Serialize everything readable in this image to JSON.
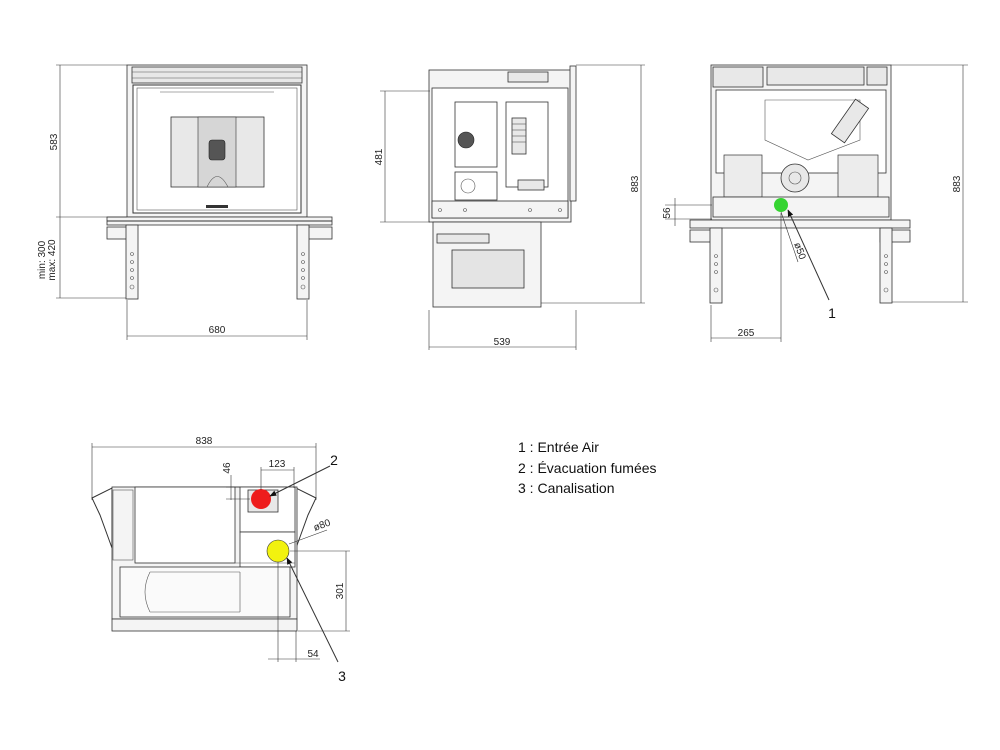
{
  "views": {
    "front": {
      "width_label": "680",
      "height_label": "583",
      "leg_min_label": "min: 300",
      "leg_max_label": "max: 420"
    },
    "side": {
      "width_label": "539",
      "height_label": "481",
      "total_height_label": "883"
    },
    "rear": {
      "offset_label": "265",
      "total_height_label": "883",
      "inlet_height_label": "56",
      "inlet_diameter_label": "ø50",
      "callout": "1"
    },
    "top": {
      "width_label": "838",
      "flue_offset_label": "123",
      "flue_depth_label": "46",
      "duct_diameter_label": "ø80",
      "duct_depth_label": "301",
      "duct_offset_label": "54",
      "flue_callout": "2",
      "duct_callout": "3"
    }
  },
  "legend": [
    {
      "text": "1 : Entrée Air",
      "color": "#35d431"
    },
    {
      "text": "2 : Évacuation fumées",
      "color": "#ee1c1c"
    },
    {
      "text": "3 : Canalisation",
      "color": "#f2f20f"
    }
  ]
}
